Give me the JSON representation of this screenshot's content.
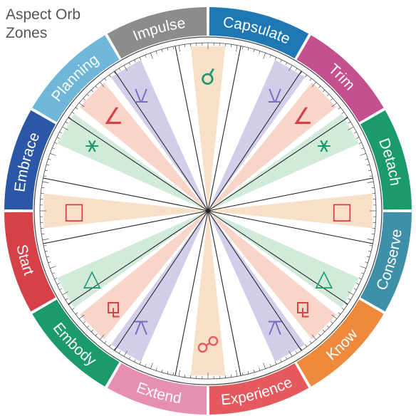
{
  "title": {
    "line1": "Aspect Orb",
    "line2": "Zones"
  },
  "zones": [
    {
      "label": "Capsulate",
      "color": "#1f78b4"
    },
    {
      "label": "Trim",
      "color": "#c4508e"
    },
    {
      "label": "Detach",
      "color": "#1b9a6c"
    },
    {
      "label": "Conserve",
      "color": "#3f8fa8"
    },
    {
      "label": "Know",
      "color": "#ef8a3c"
    },
    {
      "label": "Experience",
      "color": "#e4585e"
    },
    {
      "label": "Extend",
      "color": "#e78fb3"
    },
    {
      "label": "Embody",
      "color": "#1b9a6c"
    },
    {
      "label": "Start",
      "color": "#d64047"
    },
    {
      "label": "Embrace",
      "color": "#2b58a6"
    },
    {
      "label": "Planning",
      "color": "#6fb7d8"
    },
    {
      "label": "Impulse",
      "color": "#8c8c8c"
    }
  ],
  "aspects": [
    {
      "name": "conjunction-icon",
      "glyph": "☌",
      "color": "#1b9a6c",
      "band": "#f7d9bd"
    },
    {
      "name": "semi-sextile-icon",
      "glyph": "⚺",
      "color": "#7b6cc0",
      "band": "#c9c6e6"
    },
    {
      "name": "semi-square-icon",
      "glyph": "∠",
      "color": "#d64047",
      "band": "#f7cdbf"
    },
    {
      "name": "sextile-icon",
      "glyph": "⚹",
      "color": "#1b9a6c",
      "band": "#c9e6d4"
    },
    {
      "name": "square-icon",
      "glyph": "□",
      "color": "#d64047",
      "band": "#f7d9bd"
    },
    {
      "name": "trine-icon",
      "glyph": "△",
      "color": "#1b9a6c",
      "band": "#c9e6d4"
    },
    {
      "name": "sesquiquadrate-icon",
      "glyph": "⚼",
      "color": "#d64047",
      "band": "#f7cdbf"
    },
    {
      "name": "quincunx-icon",
      "glyph": "⚻",
      "color": "#7b6cc0",
      "band": "#c9c6e6"
    },
    {
      "name": "opposition-icon",
      "glyph": "☍",
      "color": "#e4585e",
      "band": "#f7d9bd"
    }
  ]
}
